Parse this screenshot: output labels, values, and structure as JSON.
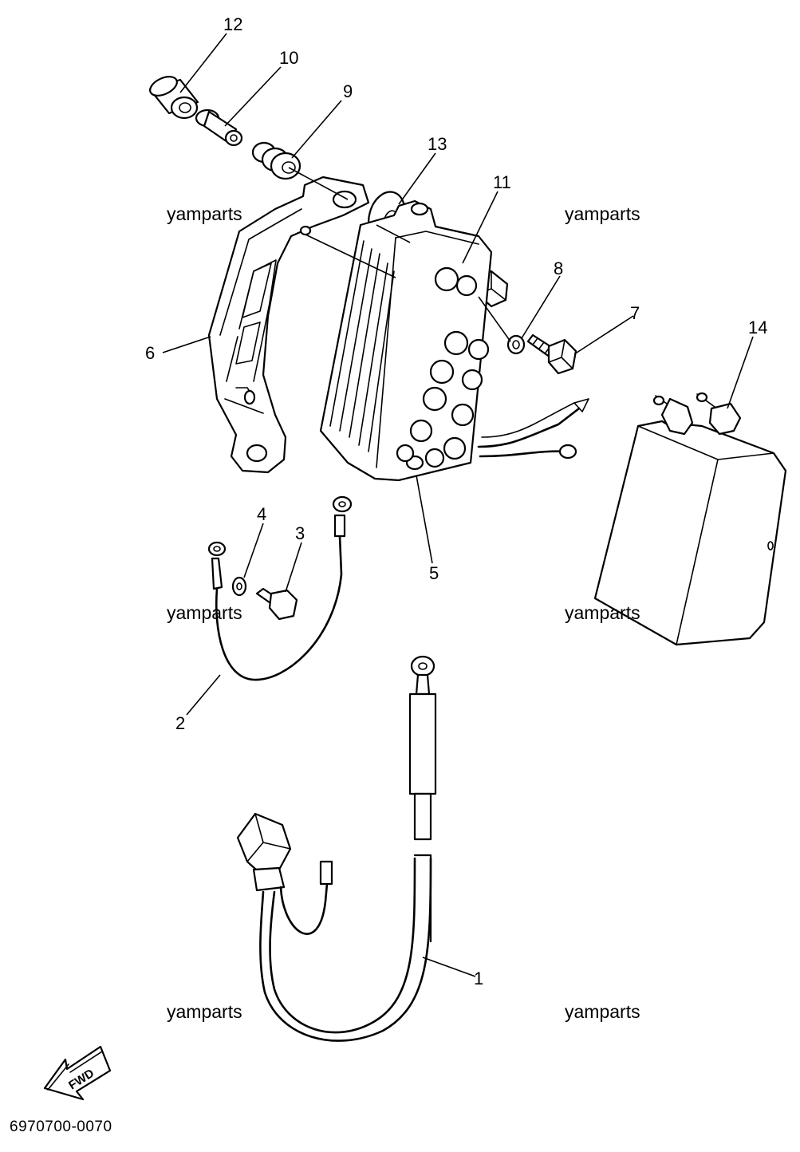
{
  "diagram": {
    "callouts": {
      "p1": "1",
      "p2": "2",
      "p3": "3",
      "p4": "4",
      "p5": "5",
      "p6": "6",
      "p7": "7",
      "p8": "8",
      "p9": "9",
      "p10": "10",
      "p11": "11",
      "p12": "12",
      "p13": "13",
      "p14": "14"
    },
    "watermarks": {
      "w1": "yamparts",
      "w2": "yamparts",
      "w3": "yamparts",
      "w4": "yamparts",
      "w5": "yamparts",
      "w6": "yamparts"
    },
    "fwd_label": "FWD",
    "drawing_code": "6970700-0070"
  }
}
